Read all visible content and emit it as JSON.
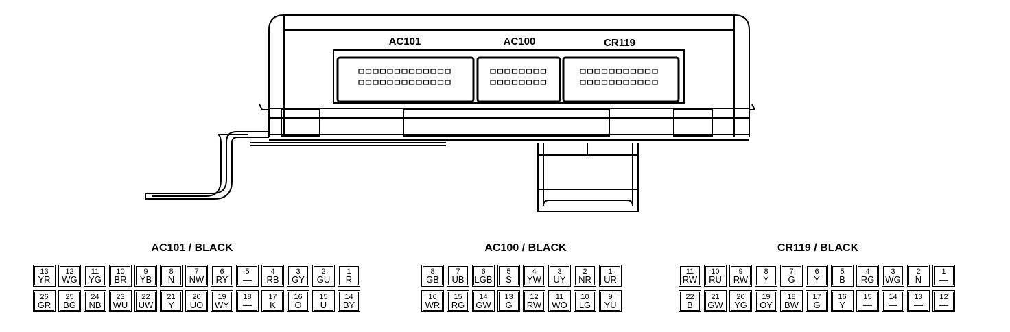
{
  "connectors": {
    "ac101": {
      "label": "AC101",
      "title": "AC101 / BLACK"
    },
    "ac100": {
      "label": "AC100",
      "title": "AC100 / BLACK"
    },
    "cr119": {
      "label": "CR119",
      "title": "CR119 / BLACK"
    }
  },
  "pinouts": {
    "ac101": {
      "top": [
        {
          "pin": "13",
          "color": "YR"
        },
        {
          "pin": "12",
          "color": "WG"
        },
        {
          "pin": "11",
          "color": "YG"
        },
        {
          "pin": "10",
          "color": "BR"
        },
        {
          "pin": "9",
          "color": "YB"
        },
        {
          "pin": "8",
          "color": "N"
        },
        {
          "pin": "7",
          "color": "NW"
        },
        {
          "pin": "6",
          "color": "RY"
        },
        {
          "pin": "5",
          "color": "—"
        },
        {
          "pin": "4",
          "color": "RB"
        },
        {
          "pin": "3",
          "color": "GY"
        },
        {
          "pin": "2",
          "color": "GU"
        },
        {
          "pin": "1",
          "color": "R"
        }
      ],
      "bottom": [
        {
          "pin": "26",
          "color": "GR"
        },
        {
          "pin": "25",
          "color": "BG"
        },
        {
          "pin": "24",
          "color": "NB"
        },
        {
          "pin": "23",
          "color": "WU"
        },
        {
          "pin": "22",
          "color": "UW"
        },
        {
          "pin": "21",
          "color": "Y"
        },
        {
          "pin": "20",
          "color": "UO"
        },
        {
          "pin": "19",
          "color": "WY"
        },
        {
          "pin": "18",
          "color": "—"
        },
        {
          "pin": "17",
          "color": "K"
        },
        {
          "pin": "16",
          "color": "O"
        },
        {
          "pin": "15",
          "color": "U"
        },
        {
          "pin": "14",
          "color": "BY"
        }
      ]
    },
    "ac100": {
      "top": [
        {
          "pin": "8",
          "color": "GB"
        },
        {
          "pin": "7",
          "color": "UB"
        },
        {
          "pin": "6",
          "color": "LGB"
        },
        {
          "pin": "5",
          "color": "S"
        },
        {
          "pin": "4",
          "color": "YW"
        },
        {
          "pin": "3",
          "color": "UY"
        },
        {
          "pin": "2",
          "color": "NR"
        },
        {
          "pin": "1",
          "color": "UR"
        }
      ],
      "bottom": [
        {
          "pin": "16",
          "color": "WR"
        },
        {
          "pin": "15",
          "color": "RG"
        },
        {
          "pin": "14",
          "color": "GW"
        },
        {
          "pin": "13",
          "color": "G"
        },
        {
          "pin": "12",
          "color": "RW"
        },
        {
          "pin": "11",
          "color": "WO"
        },
        {
          "pin": "10",
          "color": "LG"
        },
        {
          "pin": "9",
          "color": "YU"
        }
      ]
    },
    "cr119": {
      "top": [
        {
          "pin": "11",
          "color": "RW"
        },
        {
          "pin": "10",
          "color": "RU"
        },
        {
          "pin": "9",
          "color": "RW"
        },
        {
          "pin": "8",
          "color": "Y"
        },
        {
          "pin": "7",
          "color": "G"
        },
        {
          "pin": "6",
          "color": "Y"
        },
        {
          "pin": "5",
          "color": "B"
        },
        {
          "pin": "4",
          "color": "RG"
        },
        {
          "pin": "3",
          "color": "WG"
        },
        {
          "pin": "2",
          "color": "N"
        },
        {
          "pin": "1",
          "color": "—"
        }
      ],
      "bottom": [
        {
          "pin": "22",
          "color": "B"
        },
        {
          "pin": "21",
          "color": "GW"
        },
        {
          "pin": "20",
          "color": "YG"
        },
        {
          "pin": "19",
          "color": "OY"
        },
        {
          "pin": "18",
          "color": "BW"
        },
        {
          "pin": "17",
          "color": "G"
        },
        {
          "pin": "16",
          "color": "Y"
        },
        {
          "pin": "15",
          "color": "—"
        },
        {
          "pin": "14",
          "color": "—"
        },
        {
          "pin": "13",
          "color": "—"
        },
        {
          "pin": "12",
          "color": "—"
        }
      ]
    }
  }
}
